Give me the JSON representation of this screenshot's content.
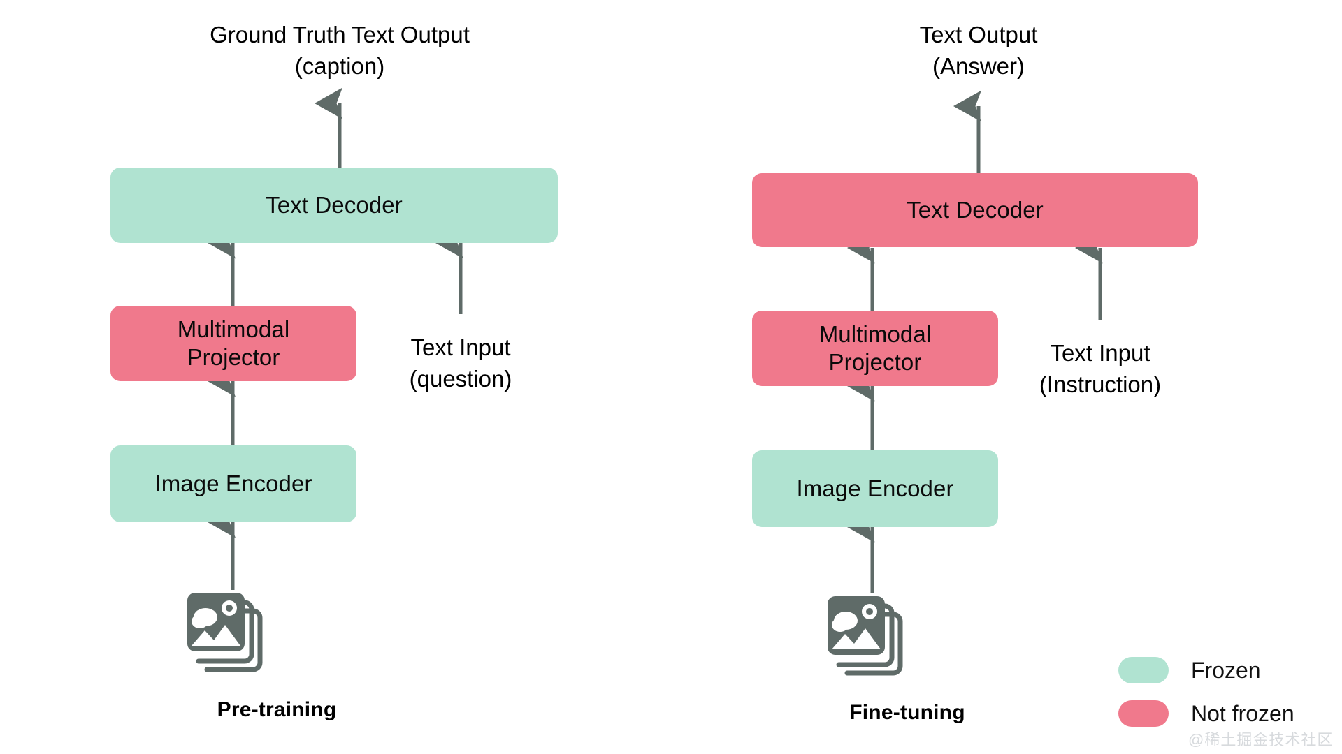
{
  "diagram": {
    "title_left": "Pre-training",
    "title_right": "Fine-tuning",
    "colors": {
      "frozen": "#b0e3d1",
      "not_frozen": "#f0798c",
      "arrow": "#5f6b68",
      "icon": "#5f6b68",
      "text": "#000000",
      "background": "#ffffff"
    }
  },
  "left_panel": {
    "name": "Pre-training",
    "output_text": "Ground Truth Text Output\n(caption)",
    "text_input": "Text Input\n(question)",
    "caption": "Pre-training",
    "blocks": [
      {
        "label": "Text Decoder",
        "state": "frozen"
      },
      {
        "label": "Multimodal\nProjector",
        "state": "not_frozen"
      },
      {
        "label": "Image Encoder",
        "state": "frozen"
      }
    ],
    "image_icon": "image-stack-icon"
  },
  "right_panel": {
    "name": "Fine-tuning",
    "output_text": "Text Output\n(Answer)",
    "text_input": "Text Input\n(Instruction)",
    "caption": "Fine-tuning",
    "blocks": [
      {
        "label": "Text Decoder",
        "state": "not_frozen"
      },
      {
        "label": "Multimodal\nProjector",
        "state": "not_frozen"
      },
      {
        "label": "Image Encoder",
        "state": "frozen"
      }
    ],
    "image_icon": "image-stack-icon"
  },
  "legend": {
    "items": [
      {
        "label": "Frozen",
        "color": "#b0e3d1"
      },
      {
        "label": "Not frozen",
        "color": "#f0798c"
      }
    ]
  },
  "watermark": {
    "text": "@稀土掘金技术社区"
  }
}
